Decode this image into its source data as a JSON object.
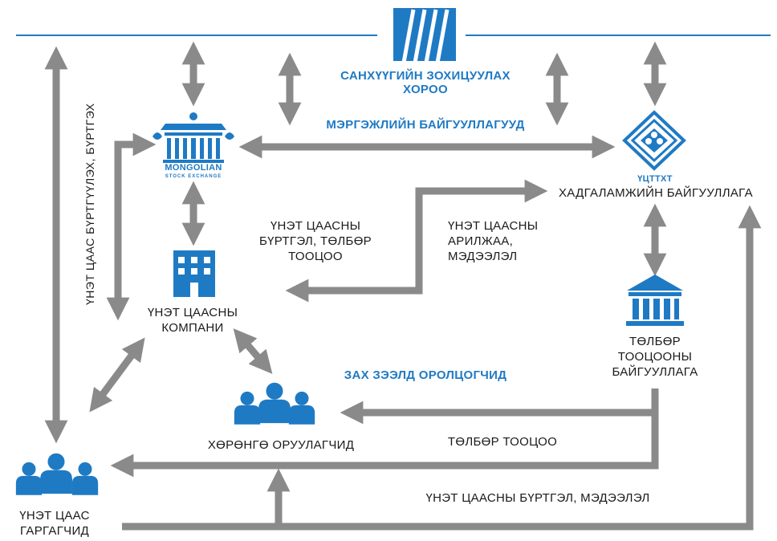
{
  "nodes": {
    "regulator": {
      "line1": "САНХҮҮГИЙН ЗОХИЦУУЛАХ",
      "line2": "ХОРОО"
    },
    "professional_orgs": "МЭРГЭЖЛИЙН БАЙГУУЛЛАГУУД",
    "exchange_logo": {
      "line1": "MONGOLIAN",
      "line2": "STOCK EXCHANGE"
    },
    "depository_abbr": "ҮЦТТХТ",
    "depository": "ХАДГАЛАМЖИЙН БАЙГУУЛЛАГА",
    "securities_company": {
      "line1": "ҮНЭТ ЦААСНЫ",
      "line2": "КОМПАНИ"
    },
    "clearing_house": {
      "line1": "ТӨЛБӨР",
      "line2": "ТООЦООНЫ",
      "line3": "БАЙГУУЛЛАГА"
    },
    "secondary_market": "ЗАХ ЗЭЭЛД ОРОЛЦОГЧИД",
    "investors": "ХӨРӨНГӨ ОРУУЛАГЧИД",
    "issuers": {
      "line1": "ҮНЭТ ЦААС",
      "line2": "ГАРГАГЧИД"
    }
  },
  "flows": {
    "registration_settlement": {
      "line1": "ҮНЭТ ЦААСНЫ",
      "line2": "БҮРТГЭЛ, ТӨЛБӨР",
      "line3": "ТООЦОО"
    },
    "trading_info": {
      "line1": "ҮНЭТ ЦААСНЫ",
      "line2": "АРИЛЖАА,",
      "line3": "МЭДЭЭЛЭЛ"
    },
    "settlement": "ТӨЛБӨР ТООЦОО",
    "registry_info": "ҮНЭТ ЦААСНЫ БҮРТГЭЛ, МЭДЭЭЛЭЛ",
    "listing": "ҮНЭТ ЦААС БҮРТГҮҮЛЭХ, БҮРТГЭХ"
  },
  "colors": {
    "arrow": "#8a8a8a",
    "brand": "#1f7ac4",
    "text": "#1a1a1a"
  },
  "icons": [
    "regulator-logo-icon",
    "stock-exchange-logo-icon",
    "depository-logo-icon",
    "building-icon",
    "bank-icon",
    "people-group-icon"
  ]
}
